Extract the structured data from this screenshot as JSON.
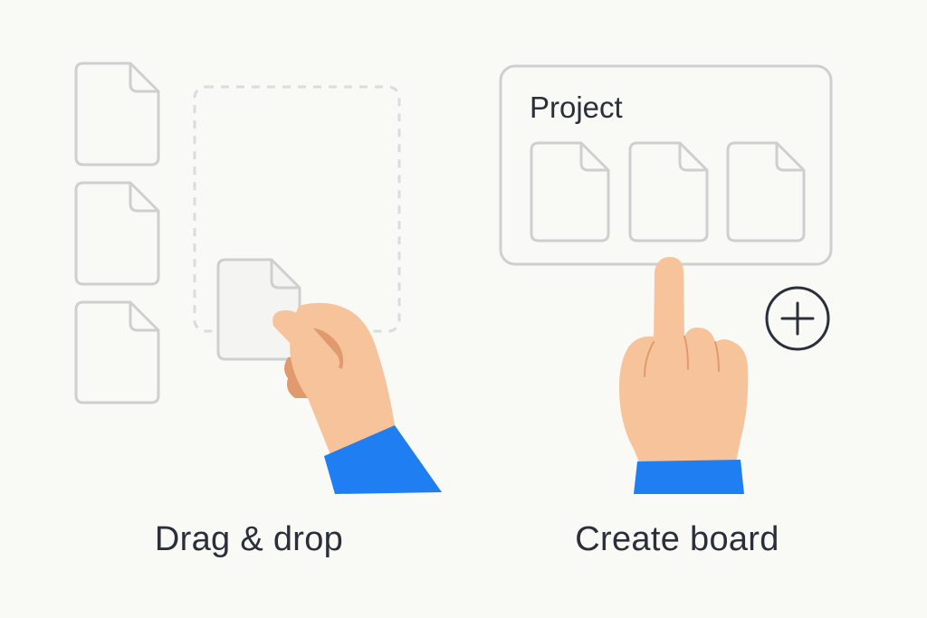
{
  "captions": {
    "drag_drop": "Drag & drop",
    "create_board": "Create board"
  },
  "board": {
    "title": "Project"
  },
  "icons": {
    "document": "document-icon",
    "plus": "plus-icon",
    "dragging_hand": "hand-icon",
    "pointing_hand": "pointing-hand-icon"
  },
  "colors": {
    "background": "#f9f9f6",
    "outline": "#cfcfcf",
    "dashed_zone": "#dcdcdc",
    "text": "#2a2f3a",
    "skin": "#f7c39a",
    "skin_shadow": "#e09a6e",
    "sleeve": "#1f7ef2",
    "plus_stroke": "#2a2f3a"
  }
}
